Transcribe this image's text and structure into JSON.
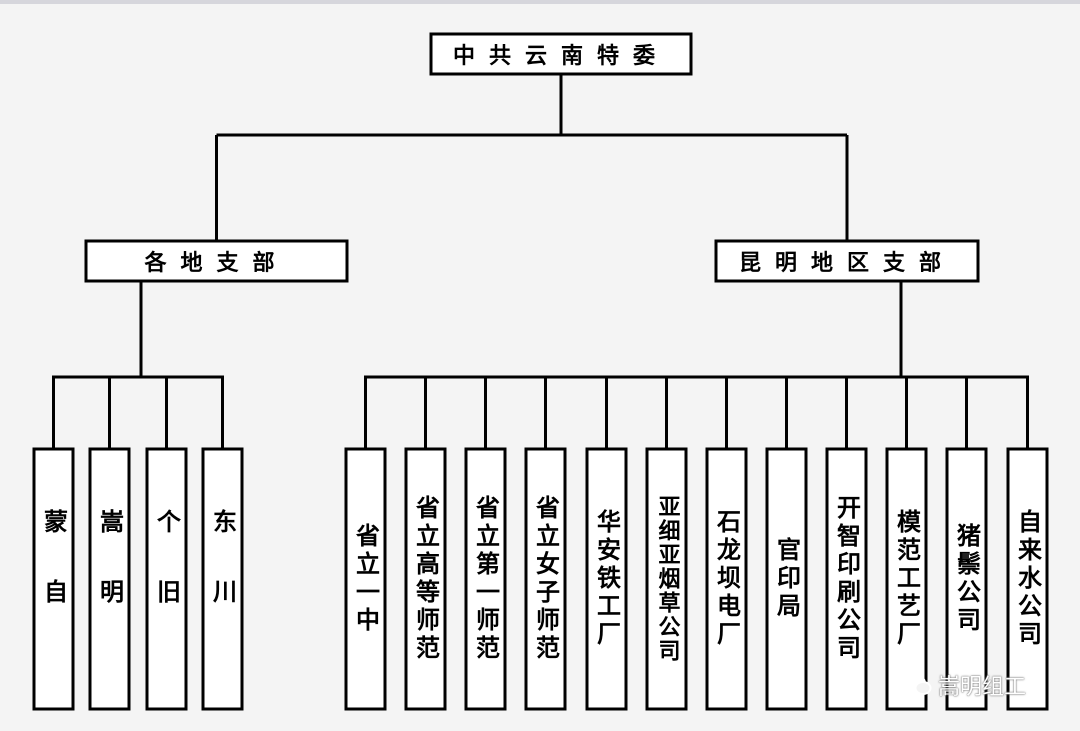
{
  "diagram": {
    "root": {
      "label": "中共云南特委"
    },
    "branches": [
      {
        "label": "各地支部",
        "children": [
          "蒙自",
          "嵩明",
          "个旧",
          "东川"
        ]
      },
      {
        "label": "昆明地区支部",
        "children": [
          "省立一中",
          "省立高等师范",
          "省立第一师范",
          "省立女子师范",
          "华安铁工厂",
          "亚细亚烟草公司",
          "石龙坝电厂",
          "官印局",
          "开智印刷公司",
          "模范工艺厂",
          "猪鬃公司",
          "自来水公司"
        ]
      }
    ]
  },
  "watermark": {
    "text": "嵩明组工",
    "icon": "wechat-icon"
  }
}
